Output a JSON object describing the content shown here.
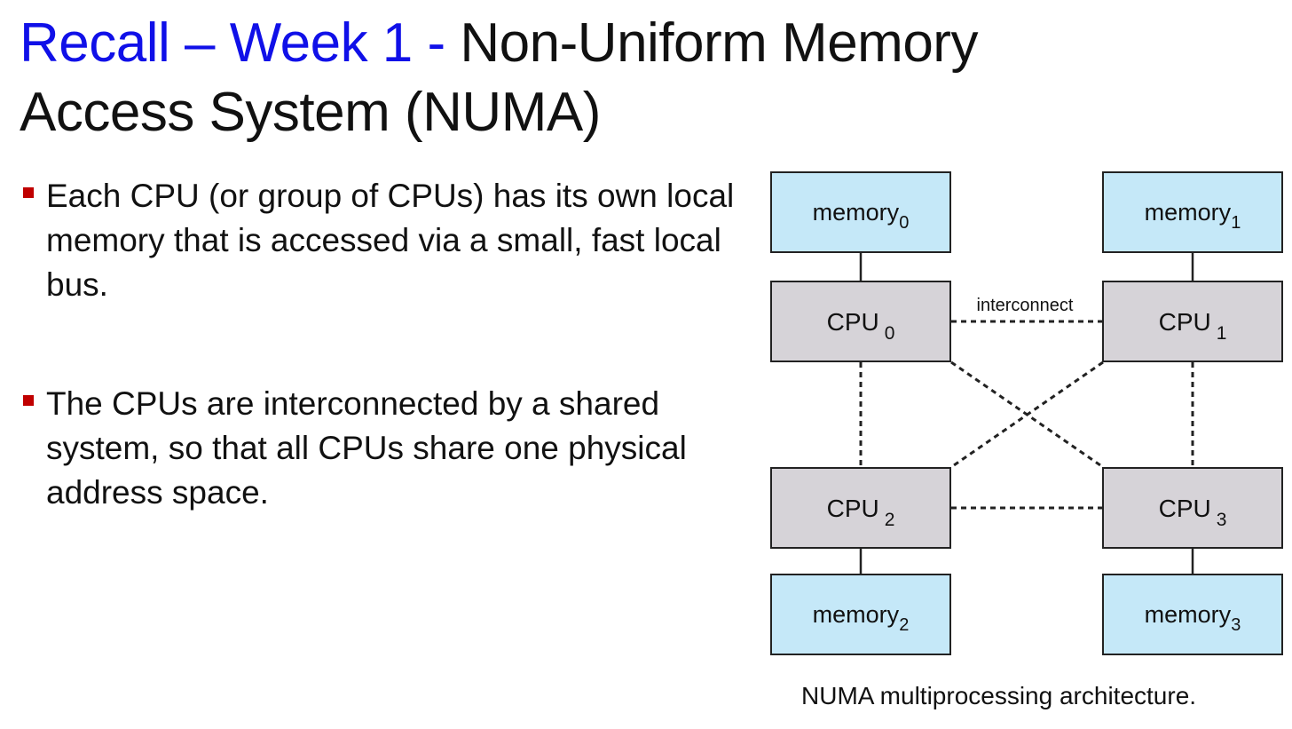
{
  "title": {
    "accent": "Recall – Week 1 -",
    "line1_rest": "Non-Uniform Memory",
    "line2": "Access System (NUMA)"
  },
  "bullets": [
    {
      "text": "Each CPU (or group of CPUs) has its own local memory that is accessed via a small, fast local bus."
    },
    {
      "text": "The CPUs are interconnected by a shared system, so that all CPUs share one physical address space."
    }
  ],
  "diagram": {
    "interconnect_label": "interconnect",
    "memories": [
      {
        "label": "memory",
        "sub": "0"
      },
      {
        "label": "memory",
        "sub": "1"
      },
      {
        "label": "memory",
        "sub": "2"
      },
      {
        "label": "memory",
        "sub": "3"
      }
    ],
    "cpus": [
      {
        "label": "CPU",
        "sub": "0"
      },
      {
        "label": "CPU",
        "sub": "1"
      },
      {
        "label": "CPU",
        "sub": "2"
      },
      {
        "label": "CPU",
        "sub": "3"
      }
    ],
    "colors": {
      "memory_fill": "#c5e8f8",
      "cpu_fill": "#d6d3d8",
      "bullet_marker": "#c00000",
      "title_accent": "#1010e8"
    }
  },
  "caption": "NUMA multiprocessing architecture."
}
